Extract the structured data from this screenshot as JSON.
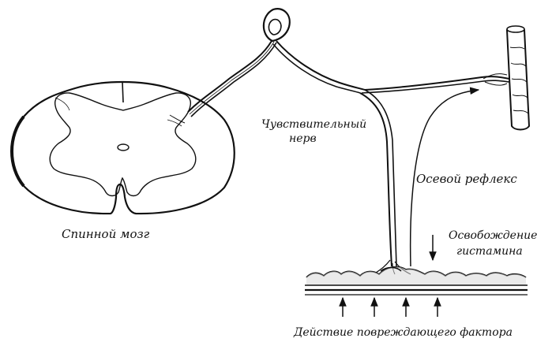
{
  "labels": {
    "spinal_cord": "Спинной мозг",
    "sensory_nerve_line1": "Чувствительный",
    "sensory_nerve_line2": "нерв",
    "axon_reflex": "Осевой рефлекс",
    "histamine_line1": "Освобождение",
    "histamine_line2": "гистамина",
    "damaging_factor": "Действие повреждающего фактора"
  },
  "colors": {
    "ink": "#111111",
    "background": "#ffffff",
    "stipple": "#555555"
  }
}
